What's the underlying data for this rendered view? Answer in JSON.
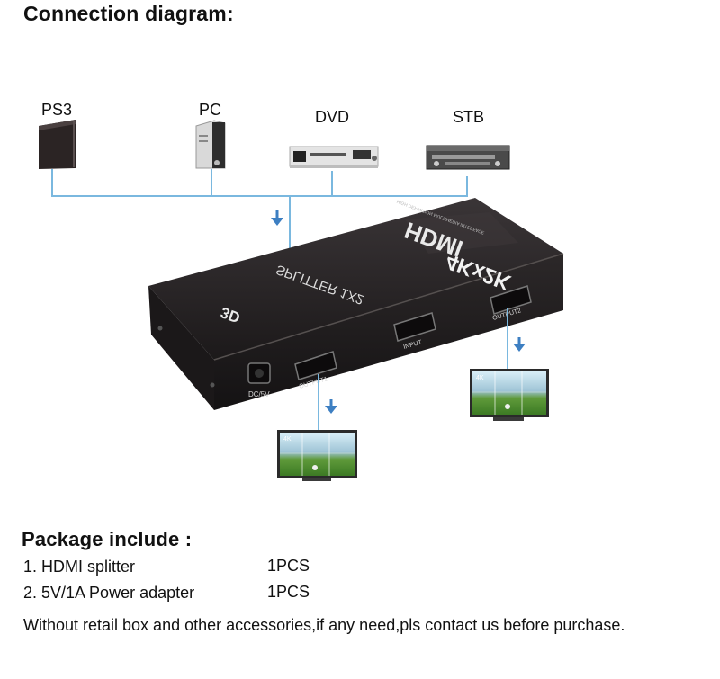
{
  "title": "Connection diagram:",
  "sources": [
    {
      "label": "PS3",
      "icon": "ps3-console-icon"
    },
    {
      "label": "PC",
      "icon": "pc-tower-icon"
    },
    {
      "label": "DVD",
      "icon": "dvd-player-icon"
    },
    {
      "label": "STB",
      "icon": "set-top-box-icon"
    }
  ],
  "splitter": {
    "brand": "HDMI",
    "resolution": "4Kx2K",
    "model": "SPLITTER 1X2",
    "badge": "3D",
    "tagline": "HIGH DEFINITION MULTIMEDIA INTERFACE",
    "ports": {
      "input": "INPUT",
      "output1": "OUTPUT1",
      "output2": "OUTPUT2",
      "power": "DC/5V"
    }
  },
  "displays": [
    {
      "badge": "4K"
    },
    {
      "badge": "4K"
    }
  ],
  "colors": {
    "line": "#7ab8df",
    "arrow": "#3d7fc2",
    "splitter": "#2a2628"
  },
  "package": {
    "heading": "Package include :",
    "items": [
      {
        "name": "1. HDMI splitter",
        "qty": "1PCS"
      },
      {
        "name": "2. 5V/1A Power adapter",
        "qty": "1PCS"
      }
    ]
  },
  "note": "Without retail box and other accessories,if any need,pls contact us before purchase."
}
